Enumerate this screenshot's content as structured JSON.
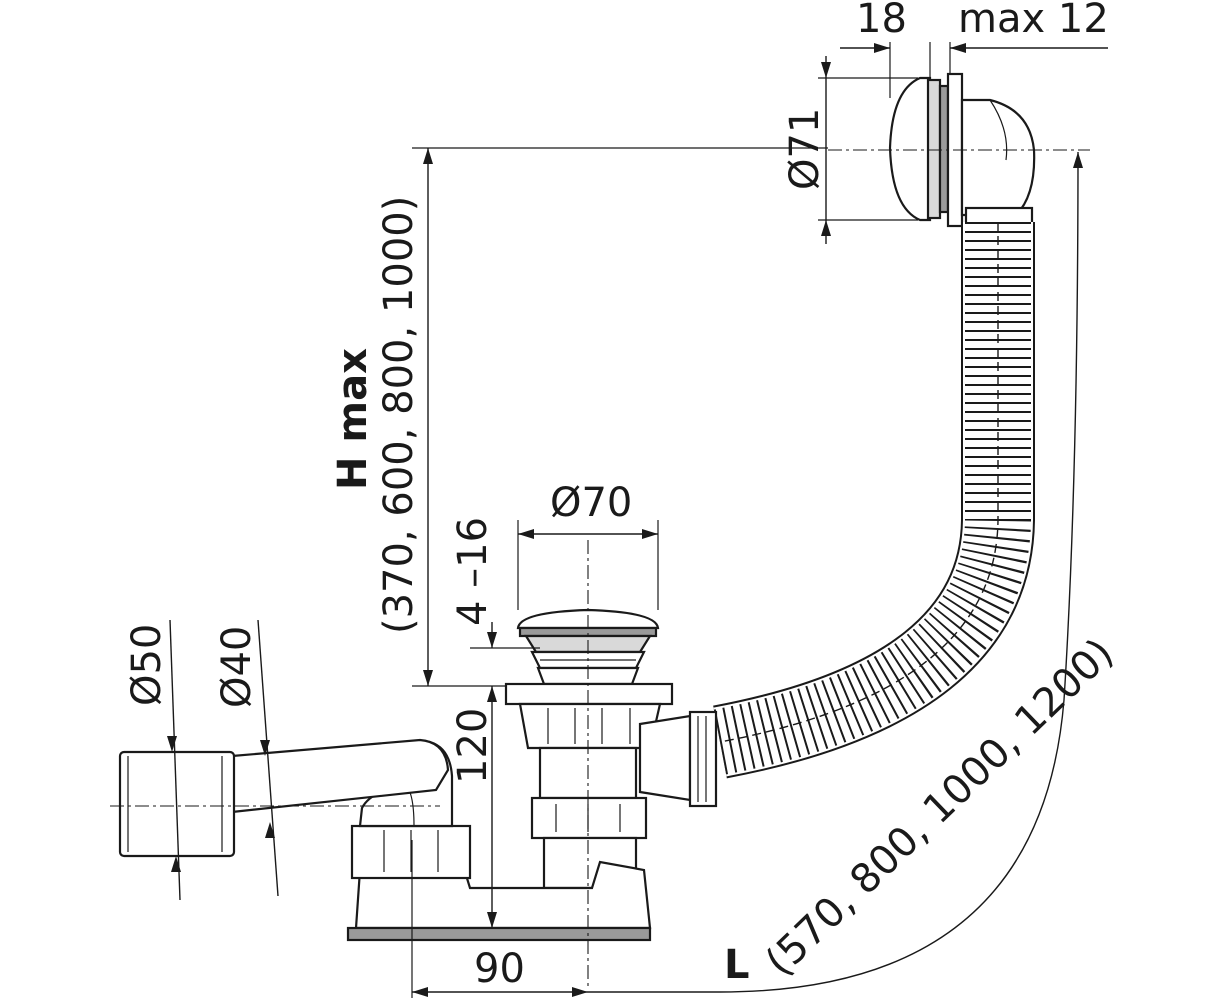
{
  "dimensions": {
    "d18": "18",
    "max12": "max 12",
    "d71": "Ø71",
    "d70": "Ø70",
    "d50": "Ø50",
    "d40": "Ø40",
    "d4_16": "4 –16",
    "d120": "120",
    "d90": "90",
    "h_title": "H max",
    "h_values": "(370, 600, 800, 1000)",
    "l_title": "L",
    "l_values": "(570, 800, 1000, 1200)"
  },
  "colors": {
    "line": "#1a1a1a",
    "part_fill": "#ffffff",
    "metal_light": "#d9d9d9",
    "metal_dark": "#9a9a9a"
  }
}
